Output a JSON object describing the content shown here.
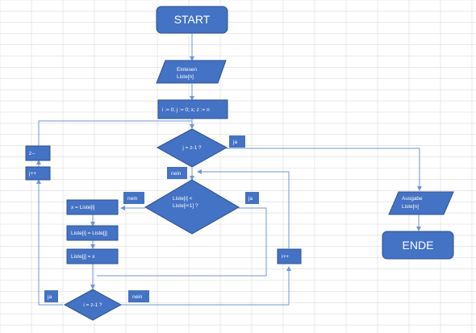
{
  "colors": {
    "shape_fill": "#4472c4",
    "shape_stroke": "#2f528f",
    "connector": "#6f95d6",
    "grid": "#d9d9d9",
    "text": "#ffffff"
  },
  "flowchart": {
    "start": "START",
    "input_line1": "Einlesen",
    "input_line2": "Liste[n]",
    "init": "i := 0; j := 0; x; z := n",
    "decision_j": "j = z-1 ?",
    "ja_top": "ja",
    "nein_top": "nein",
    "z_dec": "z--",
    "j_inc": "j++",
    "decision_compare_line1": "Liste[i] <",
    "decision_compare_line2": "Liste[i+1] ?",
    "nein_left": "nein",
    "ja_right": "ja",
    "swap1": "x = Liste[i]",
    "swap2": "Liste[i] = Liste[j]",
    "swap3": "Liste[j] = x",
    "i_inc": "i++",
    "decision_i": "i = z-1 ?",
    "ja_bottom": "ja",
    "nein_bottom": "nein",
    "output_line1": "Ausgabe",
    "output_line2": "Liste[n]",
    "end": "ENDE"
  }
}
